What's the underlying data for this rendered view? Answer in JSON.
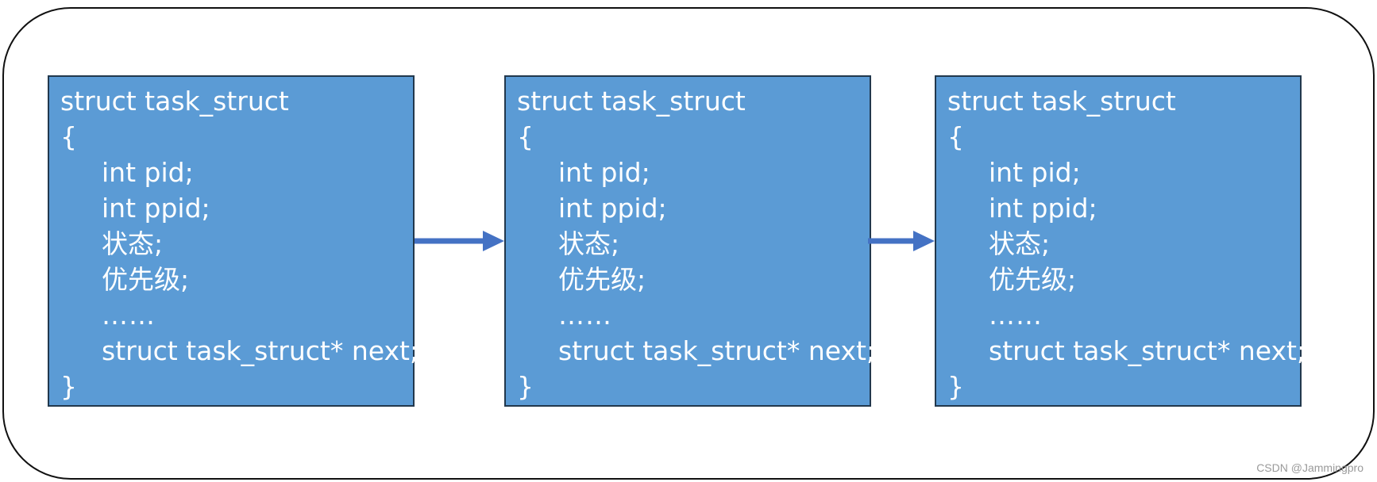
{
  "nodes": [
    {
      "header": "struct task_struct",
      "open_brace": "{",
      "field_pid": "int pid;",
      "field_ppid": "int ppid;",
      "field_state": "状态;",
      "field_priority": "优先级;",
      "ellipsis": "……",
      "field_next": "struct task_struct* next;",
      "close_brace": "}"
    },
    {
      "header": "struct task_struct",
      "open_brace": "{",
      "field_pid": "int pid;",
      "field_ppid": "int ppid;",
      "field_state": "状态;",
      "field_priority": "优先级;",
      "ellipsis": "……",
      "field_next": "struct task_struct* next;",
      "close_brace": "}"
    },
    {
      "header": "struct task_struct",
      "open_brace": "{",
      "field_pid": "int pid;",
      "field_ppid": "int ppid;",
      "field_state": "状态;",
      "field_priority": "优先级;",
      "ellipsis": "……",
      "field_next": "struct task_struct* next;",
      "close_brace": "}"
    }
  ],
  "colors": {
    "node_fill": "#5b9bd5",
    "node_border": "#22384d",
    "arrow": "#4472c4",
    "frame_border": "#111111",
    "text": "#ffffff"
  },
  "watermark": "CSDN @Jammingpro"
}
